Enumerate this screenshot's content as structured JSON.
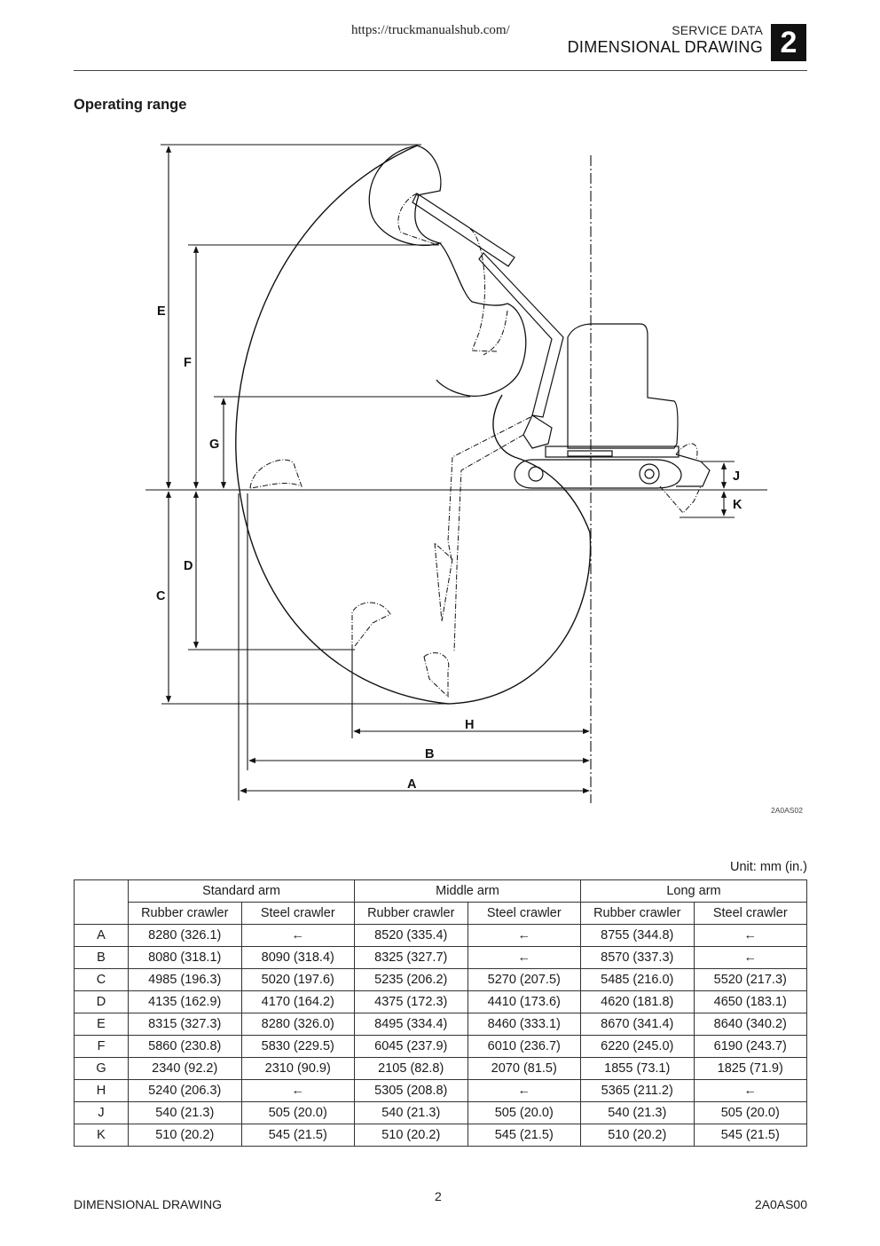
{
  "header": {
    "url": "https://truckmanualshub.com/",
    "section": "SERVICE DATA",
    "title": "DIMENSIONAL DRAWING",
    "chapter": "2"
  },
  "section_title": "Operating range",
  "diagram": {
    "labels": {
      "A": "A",
      "B": "B",
      "C": "C",
      "D": "D",
      "E": "E",
      "F": "F",
      "G": "G",
      "H": "H",
      "J": "J",
      "K": "K"
    },
    "figure_id": "2A0AS02"
  },
  "table": {
    "unit": "Unit: mm (in.)",
    "groups": [
      "Standard arm",
      "Middle arm",
      "Long arm"
    ],
    "subheaders": [
      "Rubber crawler",
      "Steel crawler",
      "Rubber crawler",
      "Steel crawler",
      "Rubber crawler",
      "Steel crawler"
    ],
    "rows": [
      {
        "label": "A",
        "values": [
          "8280 (326.1)",
          "←",
          "8520 (335.4)",
          "←",
          "8755 (344.8)",
          "←"
        ]
      },
      {
        "label": "B",
        "values": [
          "8080 (318.1)",
          "8090 (318.4)",
          "8325 (327.7)",
          "←",
          "8570 (337.3)",
          "←"
        ]
      },
      {
        "label": "C",
        "values": [
          "4985 (196.3)",
          "5020 (197.6)",
          "5235 (206.2)",
          "5270 (207.5)",
          "5485 (216.0)",
          "5520 (217.3)"
        ]
      },
      {
        "label": "D",
        "values": [
          "4135 (162.9)",
          "4170 (164.2)",
          "4375 (172.3)",
          "4410 (173.6)",
          "4620 (181.8)",
          "4650 (183.1)"
        ]
      },
      {
        "label": "E",
        "values": [
          "8315 (327.3)",
          "8280 (326.0)",
          "8495 (334.4)",
          "8460 (333.1)",
          "8670 (341.4)",
          "8640 (340.2)"
        ]
      },
      {
        "label": "F",
        "values": [
          "5860 (230.8)",
          "5830 (229.5)",
          "6045 (237.9)",
          "6010 (236.7)",
          "6220 (245.0)",
          "6190 (243.7)"
        ]
      },
      {
        "label": "G",
        "values": [
          "2340 (92.2)",
          "2310 (90.9)",
          "2105 (82.8)",
          "2070 (81.5)",
          "1855 (73.1)",
          "1825 (71.9)"
        ]
      },
      {
        "label": "H",
        "values": [
          "5240 (206.3)",
          "←",
          "5305 (208.8)",
          "←",
          "5365 (211.2)",
          "←"
        ]
      },
      {
        "label": "J",
        "values": [
          "540 (21.3)",
          "505 (20.0)",
          "540 (21.3)",
          "505 (20.0)",
          "540 (21.3)",
          "505 (20.0)"
        ]
      },
      {
        "label": "K",
        "values": [
          "510 (20.2)",
          "545 (21.5)",
          "510 (20.2)",
          "545 (21.5)",
          "510 (20.2)",
          "545 (21.5)"
        ]
      }
    ]
  },
  "footer": {
    "left": "DIMENSIONAL DRAWING",
    "page": "2",
    "right": "2A0AS00"
  }
}
